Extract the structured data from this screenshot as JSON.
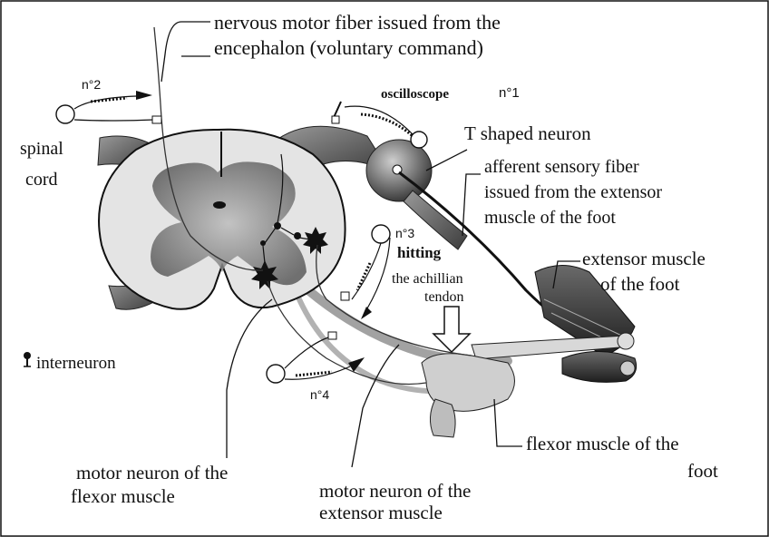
{
  "labels": {
    "motor_fiber_line1": "nervous motor fiber issued from the",
    "motor_fiber_line2": "encephalon (voluntary command)",
    "oscilloscope": "oscilloscope",
    "osc_n1": "n°1",
    "osc_n2": "n°2",
    "osc_n3": "n°3",
    "osc_n4": "n°4",
    "spinal_cord_line1": "spinal",
    "spinal_cord_line2": "cord",
    "t_neuron": "T shaped neuron",
    "afferent_line1": "afferent sensory fiber",
    "afferent_line2": "issued from the extensor",
    "afferent_line3": "muscle of the foot",
    "hitting": "hitting",
    "achillian_line1": "the achillian",
    "achillian_line2": "tendon",
    "extensor_line1": "extensor muscle",
    "extensor_line2": "of the foot",
    "interneuron": "interneuron",
    "flexor_line1": "flexor muscle of the",
    "flexor_line2": "foot",
    "motor_flexor_line1": "motor neuron of the",
    "motor_flexor_line2": "flexor muscle",
    "motor_extensor_line1": "motor neuron of the",
    "motor_extensor_line2": "extensor muscle"
  },
  "colors": {
    "ink": "#111111",
    "gray_matter": "#8a8a8a",
    "white_matter": "#dcdcdc",
    "muscle": "#3a3a3a"
  }
}
